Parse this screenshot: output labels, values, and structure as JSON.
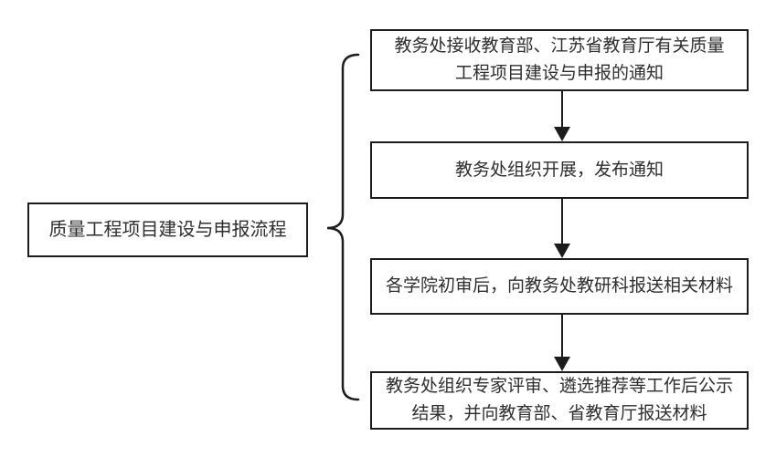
{
  "diagram": {
    "title": "质量工程项目建设与申报流程",
    "steps": [
      {
        "lines": [
          "教务处接收教育部、江苏省教育厅有关质量",
          "工程项目建设与申报的通知"
        ]
      },
      {
        "lines": [
          "教务处组织开展，发布通知"
        ]
      },
      {
        "lines": [
          "各学院初审后，向教务处教研科报送相关材料"
        ]
      },
      {
        "lines": [
          "教务处组织专家评审、遴选推荐等工作后公示",
          "结果，并向教育部、省教育厅报送材料"
        ]
      }
    ],
    "colors": {
      "border": "#1c1c1c",
      "text": "#2e2e2e",
      "background": "#ffffff"
    }
  }
}
